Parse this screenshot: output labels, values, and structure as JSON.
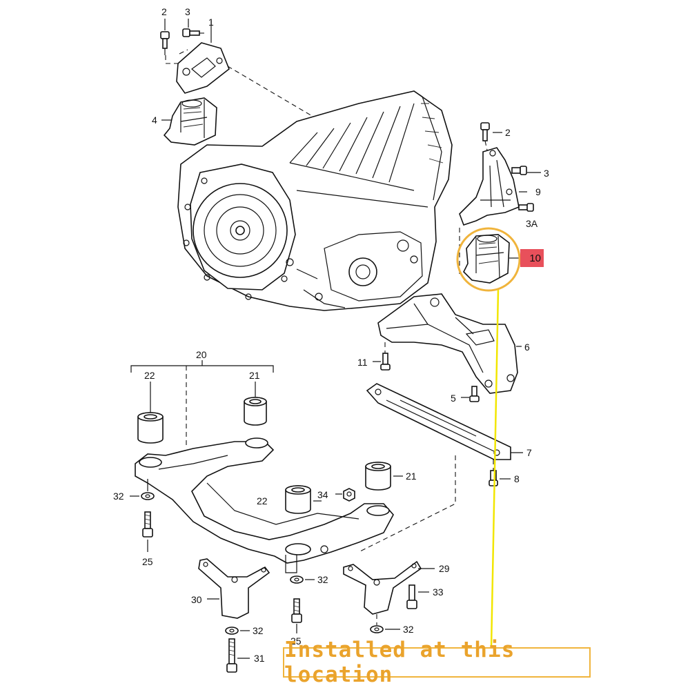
{
  "labels": {
    "l2a": "2",
    "l3a": "3",
    "l1": "1",
    "l4": "4",
    "l2b": "2",
    "l3b": "3",
    "l9": "9",
    "l3A": "3A",
    "l10": "10",
    "l6": "6",
    "l11": "11",
    "l5": "5",
    "l7": "7",
    "l8": "8",
    "l20": "20",
    "l22a": "22",
    "l21a": "21",
    "l21b": "21",
    "l22b": "22",
    "l34": "34",
    "l32a": "32",
    "l25a": "25",
    "l32b": "32",
    "l29": "29",
    "l33": "33",
    "l30": "30",
    "l25b": "25",
    "l32c": "32",
    "l32d": "32",
    "l31": "31"
  },
  "callout": {
    "text": "Installed at this location",
    "highlight_color": "#e8505b",
    "circle_color": "#f0b43c",
    "pointer_color": "#f2e600",
    "text_color": "#eaa32c"
  }
}
